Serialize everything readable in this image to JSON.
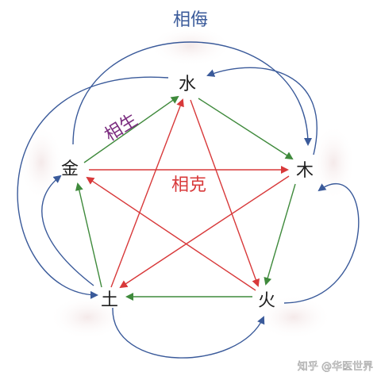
{
  "nodes": {
    "water": "水",
    "wood": "木",
    "fire": "火",
    "earth": "土",
    "metal": "金"
  },
  "labels": {
    "xiangwu": "相侮",
    "xiangsheng": "相生",
    "xiangke": "相克"
  },
  "watermark": "知乎 @华医世界",
  "colors": {
    "xiangwu": "#3a5a9a",
    "xiangsheng": "#3f8a3c",
    "xiangke": "#d8393a",
    "xiangsheng_label": "#7b2d7f"
  }
}
